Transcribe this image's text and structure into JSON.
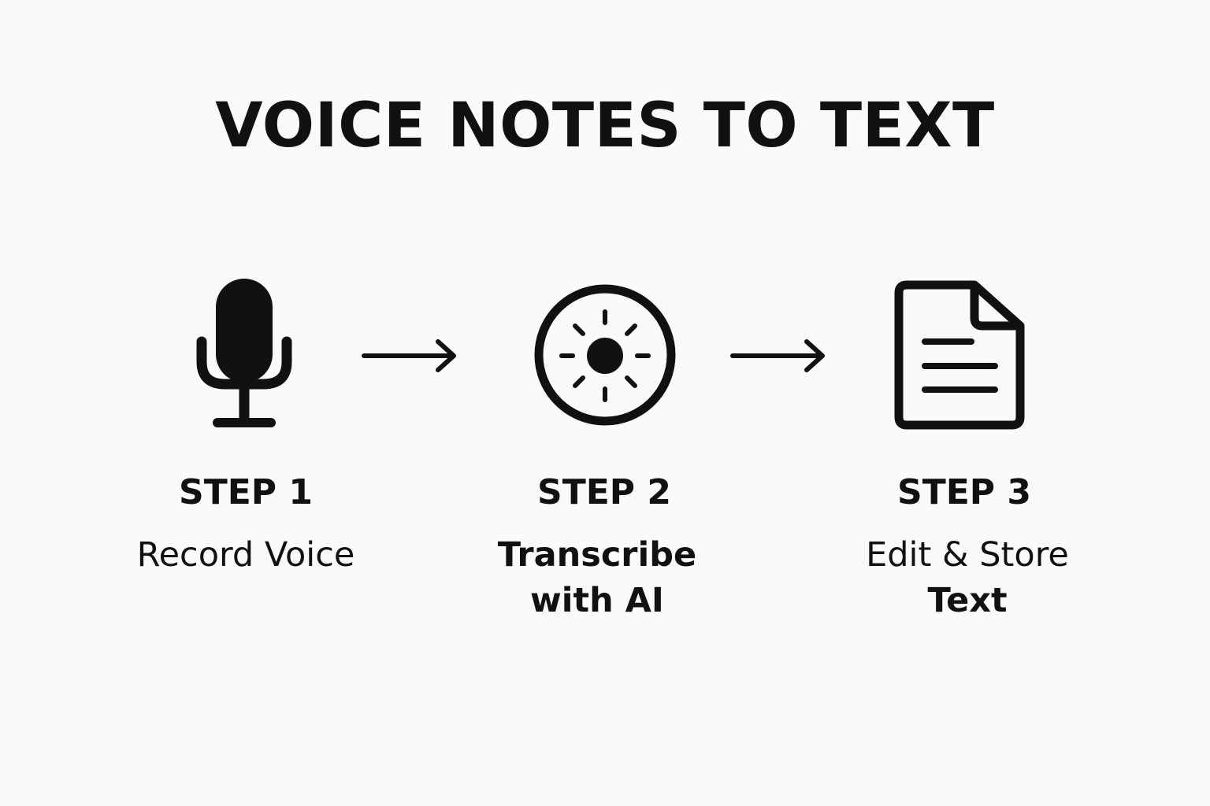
{
  "title": "VOICE NOTES TO TEXT",
  "steps": [
    {
      "label": "STEP 1",
      "desc_lines": [
        "Record Voice"
      ],
      "icon": "microphone-icon"
    },
    {
      "label": "STEP 2",
      "desc_lines": [
        "Transcribe",
        "with AI"
      ],
      "icon": "ai-sun-circle-icon"
    },
    {
      "label": "STEP 3",
      "desc_lines": [
        "Edit & Store",
        "Text"
      ],
      "icon": "document-icon"
    }
  ],
  "colors": {
    "background": "#fbfaf8",
    "ink": "#111111"
  }
}
